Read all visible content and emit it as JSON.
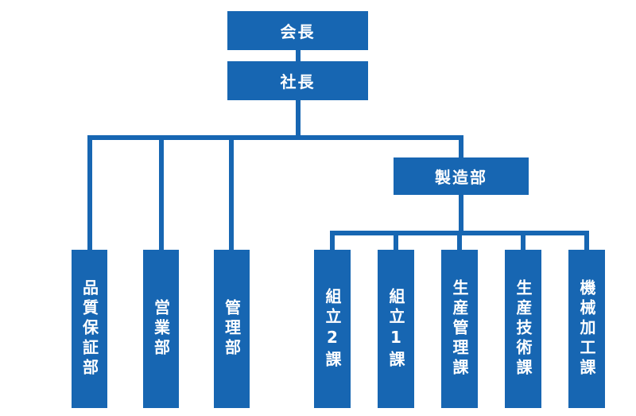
{
  "colors": {
    "node_fill": "#1766B2",
    "node_text": "#FFFFFF",
    "connector": "#1766B2",
    "background": "#FFFFFF"
  },
  "org": {
    "chairman": {
      "label": "会長"
    },
    "president": {
      "label": "社長"
    },
    "manufacturing": {
      "label": "製造部"
    },
    "departments": [
      {
        "label": "品質保証部"
      },
      {
        "label": "営業部"
      },
      {
        "label": "管理部"
      }
    ],
    "manufacturing_sections": [
      {
        "label": "組立2課"
      },
      {
        "label": "組立1課"
      },
      {
        "label": "生産管理課"
      },
      {
        "label": "生産技術課"
      },
      {
        "label": "機械加工課"
      }
    ]
  }
}
